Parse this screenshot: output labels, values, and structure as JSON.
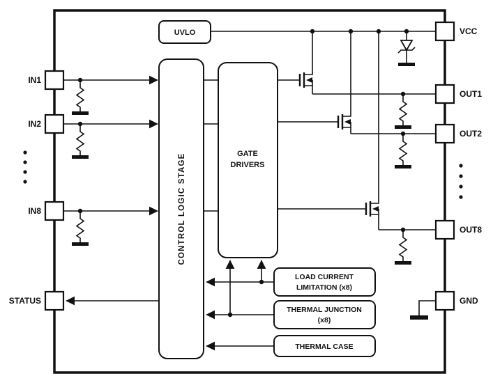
{
  "colors": {
    "line": "#111111",
    "background": "#ffffff",
    "block_fill": "#ffffff"
  },
  "pins": {
    "in1": "IN1",
    "in2": "IN2",
    "in8": "IN8",
    "status": "STATUS",
    "vcc": "VCC",
    "out1": "OUT1",
    "out2": "OUT2",
    "out8": "OUT8",
    "gnd": "GND"
  },
  "blocks": {
    "uvlo": "UVLO",
    "control_logic": "CONTROL LOGIC STAGE",
    "gate_drivers": {
      "line1": "GATE",
      "line2": "DRIVERS"
    },
    "load_current_limitation": {
      "line1": "LOAD CURRENT",
      "line2": "LIMITATION (x8)"
    },
    "thermal_junction": {
      "line1": "THERMAL JUNCTION",
      "line2": "(x8)"
    },
    "thermal_case": "THERMAL CASE"
  }
}
